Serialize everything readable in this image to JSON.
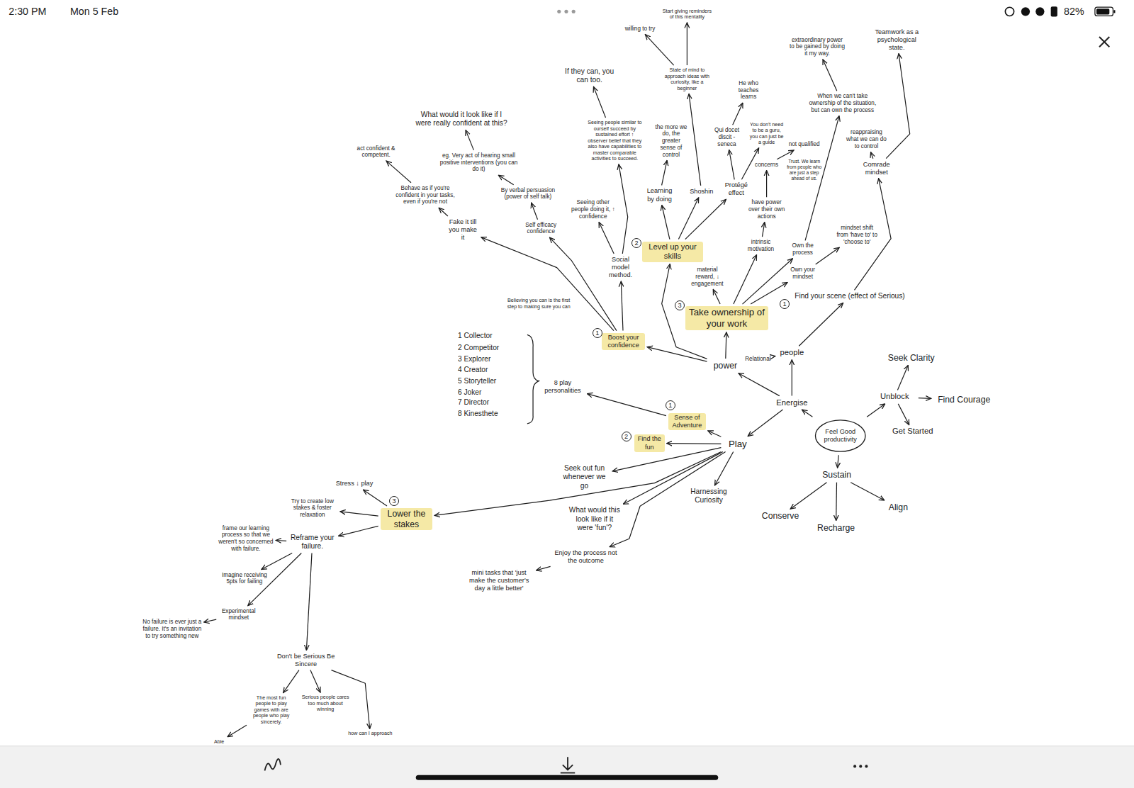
{
  "diagram": {
    "nodes": [
      {
        "text": [
          "Feel Good productivity"
        ]
      },
      {
        "text": [
          "Energise"
        ]
      },
      {
        "text": [
          "Unblock"
        ]
      },
      {
        "text": [
          "Sustain"
        ]
      },
      {
        "text": [
          "Seek Clarity"
        ]
      },
      {
        "text": [
          "Find Courage"
        ]
      },
      {
        "text": [
          "Get Started"
        ]
      },
      {
        "text": [
          "Conserve"
        ]
      },
      {
        "text": [
          "Recharge"
        ]
      },
      {
        "text": [
          "Align"
        ]
      },
      {
        "text": [
          "Play"
        ]
      },
      {
        "text": [
          "power"
        ]
      },
      {
        "text": [
          "people"
        ]
      },
      {
        "text": [
          "Relational"
        ]
      },
      {
        "text": [
          "Find your scene (effect of Serious)"
        ]
      },
      {
        "text": [
          "Comrade mindset"
        ]
      },
      {
        "text": [
          "reappraising what we can do to control"
        ]
      },
      {
        "text": [
          "Teamwork as a psychological state."
        ]
      },
      {
        "text": [
          "Boost your confidence"
        ]
      },
      {
        "text": [
          "Believing you can is the first step to making sure you can"
        ]
      },
      {
        "text": [
          "Fake it till you make it"
        ]
      },
      {
        "text": [
          "Behave as if you're confident in your tasks, even if you're not"
        ]
      },
      {
        "text": [
          "act confident & competent."
        ]
      },
      {
        "text": [
          "Self efficacy",
          "confidence"
        ]
      },
      {
        "text": [
          "By verbal persuasion (power of self talk)"
        ]
      },
      {
        "text": [
          "eg. Very act of hearing small positive interventions (you can do it)"
        ]
      },
      {
        "text": [
          "What would it look like if I were really confident at this?"
        ]
      },
      {
        "text": [
          "Social model method."
        ]
      },
      {
        "text": [
          "Seeing other people doing it, ↑ confidence"
        ]
      },
      {
        "text": [
          "Seeing people similar to ourself succeed by sustained effort ↑ observer belief that they also have capabilities to master comparable activities to succeed."
        ]
      },
      {
        "text": [
          "If they can, you can too."
        ]
      },
      {
        "text": [
          "Level up your skills"
        ]
      },
      {
        "text": [
          "Learning by doing"
        ]
      },
      {
        "text": [
          "the more we do, the greater sense of control"
        ]
      },
      {
        "text": [
          "Shoshin"
        ]
      },
      {
        "text": [
          "State of mind to approach ideas with curiosity, like a beginner"
        ]
      },
      {
        "text": [
          "willing to try"
        ]
      },
      {
        "text": [
          "Start giving reminders of this mentality"
        ]
      },
      {
        "text": [
          "Protégé effect"
        ]
      },
      {
        "text": [
          "Qui docet discit - seneca"
        ]
      },
      {
        "text": [
          "He who teaches learns"
        ]
      },
      {
        "text": [
          "You don't need to be a guru, you can just be a guide"
        ]
      },
      {
        "text": [
          "Take ownership of your work"
        ]
      },
      {
        "text": [
          "material reward, ↓ engagement"
        ]
      },
      {
        "text": [
          "intrinsic motivation"
        ]
      },
      {
        "text": [
          "have power over their own actions"
        ]
      },
      {
        "text": [
          "concerns"
        ]
      },
      {
        "text": [
          "not qualified"
        ]
      },
      {
        "text": [
          "Trust. We learn from people who are just a step ahead of us."
        ]
      },
      {
        "text": [
          "Own the process"
        ]
      },
      {
        "text": [
          "When we can't take ownership of the situation, but can own the process"
        ]
      },
      {
        "text": [
          "extraordinary power to be gained by doing it my way."
        ]
      },
      {
        "text": [
          "Own your mindset"
        ]
      },
      {
        "text": [
          "mindset shift from 'have to' to 'choose to'"
        ]
      },
      {
        "text": [
          "Sense of Adventure"
        ]
      },
      {
        "text": [
          "8 play personalities"
        ]
      },
      {
        "text": [
          "Find the fun"
        ]
      },
      {
        "text": [
          "Seek out fun whenever we go"
        ]
      },
      {
        "text": [
          "What would this look like if it were 'fun'?"
        ]
      },
      {
        "text": [
          "Enjoy the process not the outcome"
        ]
      },
      {
        "text": [
          "mini tasks that 'just make the customer's day a little better'"
        ]
      },
      {
        "text": [
          "Harnessing Curiosity"
        ]
      },
      {
        "text": [
          "Lower the stakes"
        ]
      },
      {
        "text": [
          "Stress ↓ play"
        ]
      },
      {
        "text": [
          "Try to create low stakes & foster relaxation"
        ]
      },
      {
        "text": [
          "Reframe your failure."
        ]
      },
      {
        "text": [
          "frame our learning process so that we weren't so concerned with failure."
        ]
      },
      {
        "text": [
          "Imagine receiving 5pts for failing"
        ]
      },
      {
        "text": [
          "Experimental mindset"
        ]
      },
      {
        "text": [
          "No failure is ever just a failure. It's an invitation to try something new"
        ]
      },
      {
        "text": [
          "Don't be Serious Be Sincere"
        ]
      },
      {
        "text": [
          "The most fun people to play games with are people who play sincerely."
        ]
      },
      {
        "text": [
          "Serious people cares too much about winning"
        ]
      },
      {
        "text": [
          "how can I approach"
        ]
      },
      {
        "text": [
          "Able"
        ]
      }
    ],
    "edges": [
      {
        "from": 0,
        "to": 1,
        "arrow": "to"
      },
      {
        "from": 0,
        "to": 2,
        "arrow": "to"
      },
      {
        "from": 0,
        "to": 3,
        "arrow": "to"
      },
      {
        "from": 2,
        "to": 4,
        "arrow": "to"
      },
      {
        "from": 2,
        "to": 5,
        "arrow": "to"
      },
      {
        "from": 2,
        "to": 6,
        "arrow": "to"
      },
      {
        "from": 3,
        "to": 7,
        "arrow": "to"
      },
      {
        "from": 3,
        "to": 8,
        "arrow": "to"
      },
      {
        "from": 3,
        "to": 9,
        "arrow": "to"
      },
      {
        "from": 1,
        "to": 10,
        "arrow": "to"
      },
      {
        "from": 1,
        "to": 11,
        "arrow": "to"
      },
      {
        "from": 1,
        "to": 12,
        "arrow": "to"
      },
      {
        "from": 12,
        "to": 13,
        "arrow": "to"
      },
      {
        "from": 12,
        "to": 14,
        "arrow": "to"
      },
      {
        "from": 14,
        "to": 15,
        "arrow": "to"
      },
      {
        "from": 15,
        "to": 16,
        "arrow": "to"
      },
      {
        "from": 15,
        "to": 17,
        "arrow": "to"
      },
      {
        "from": 11,
        "to": 18,
        "arrow": "to"
      },
      {
        "from": 11,
        "to": 31,
        "arrow": "to"
      },
      {
        "from": 11,
        "to": 42,
        "arrow": "to"
      },
      {
        "from": 18,
        "to": 20,
        "arrow": "to"
      },
      {
        "from": 20,
        "to": 21,
        "arrow": "to"
      },
      {
        "from": 21,
        "to": 22,
        "arrow": "to"
      },
      {
        "from": 18,
        "to": 23,
        "arrow": "to"
      },
      {
        "from": 23,
        "to": 24,
        "arrow": "to"
      },
      {
        "from": 24,
        "to": 25,
        "arrow": "to"
      },
      {
        "from": 25,
        "to": 26,
        "arrow": "to"
      },
      {
        "from": 18,
        "to": 27,
        "arrow": "to"
      },
      {
        "from": 27,
        "to": 28,
        "arrow": "to"
      },
      {
        "from": 27,
        "to": 29,
        "arrow": "to"
      },
      {
        "from": 29,
        "to": 30,
        "arrow": "to"
      },
      {
        "from": 31,
        "to": 32,
        "arrow": "to"
      },
      {
        "from": 32,
        "to": 33,
        "arrow": "to"
      },
      {
        "from": 31,
        "to": 34,
        "arrow": "to"
      },
      {
        "from": 34,
        "to": 35,
        "arrow": "to"
      },
      {
        "from": 35,
        "to": 36,
        "arrow": "to"
      },
      {
        "from": 35,
        "to": 37,
        "arrow": "to"
      },
      {
        "from": 31,
        "to": 38,
        "arrow": "to"
      },
      {
        "from": 38,
        "to": 39,
        "arrow": "to"
      },
      {
        "from": 39,
        "to": 40,
        "arrow": "to"
      },
      {
        "from": 38,
        "to": 41,
        "arrow": "to"
      },
      {
        "from": 42,
        "to": 43,
        "arrow": "to"
      },
      {
        "from": 42,
        "to": 44,
        "arrow": "to"
      },
      {
        "from": 44,
        "to": 45,
        "arrow": "to"
      },
      {
        "from": 45,
        "to": 46,
        "arrow": "to"
      },
      {
        "from": 46,
        "to": 47,
        "arrow": "to"
      },
      {
        "from": 42,
        "to": 49,
        "arrow": "to"
      },
      {
        "from": 49,
        "to": 50,
        "arrow": "to"
      },
      {
        "from": 50,
        "to": 51,
        "arrow": "to"
      },
      {
        "from": 42,
        "to": 52,
        "arrow": "to"
      },
      {
        "from": 52,
        "to": 53,
        "arrow": "to"
      },
      {
        "from": 10,
        "to": 54,
        "arrow": "to"
      },
      {
        "from": 54,
        "to": 55,
        "arrow": "to"
      },
      {
        "from": 10,
        "to": 56,
        "arrow": "to"
      },
      {
        "from": 10,
        "to": 57,
        "arrow": "to"
      },
      {
        "from": 10,
        "to": 58,
        "arrow": "to"
      },
      {
        "from": 10,
        "to": 59,
        "arrow": "to"
      },
      {
        "from": 59,
        "to": 60,
        "arrow": "to"
      },
      {
        "from": 10,
        "to": 61,
        "arrow": "to"
      },
      {
        "from": 10,
        "to": 62,
        "arrow": "to"
      },
      {
        "from": 62,
        "to": 63,
        "arrow": "to"
      },
      {
        "from": 62,
        "to": 64,
        "arrow": "to"
      },
      {
        "from": 62,
        "to": 65,
        "arrow": "to"
      },
      {
        "from": 65,
        "to": 66,
        "arrow": "to"
      },
      {
        "from": 65,
        "to": 67,
        "arrow": "to"
      },
      {
        "from": 65,
        "to": 68,
        "arrow": "to"
      },
      {
        "from": 68,
        "to": 69,
        "arrow": "to"
      },
      {
        "from": 65,
        "to": 70,
        "arrow": "to"
      },
      {
        "from": 70,
        "to": 71,
        "arrow": "to"
      },
      {
        "from": 70,
        "to": 72,
        "arrow": "to"
      },
      {
        "from": 70,
        "to": 73,
        "arrow": "to"
      },
      {
        "from": 71,
        "to": 74,
        "arrow": "to"
      }
    ],
    "labels": [
      "2:30 PM",
      "Mon 5 Feb",
      "82%",
      "1",
      "2",
      "3",
      "1",
      "2",
      "3",
      "1",
      "1 Collector",
      "2 Competitor",
      "3 Explorer",
      "4 Creator",
      "5 Storyteller",
      "6 Joker",
      "7 Director",
      "8 Kinesthete"
    ]
  }
}
